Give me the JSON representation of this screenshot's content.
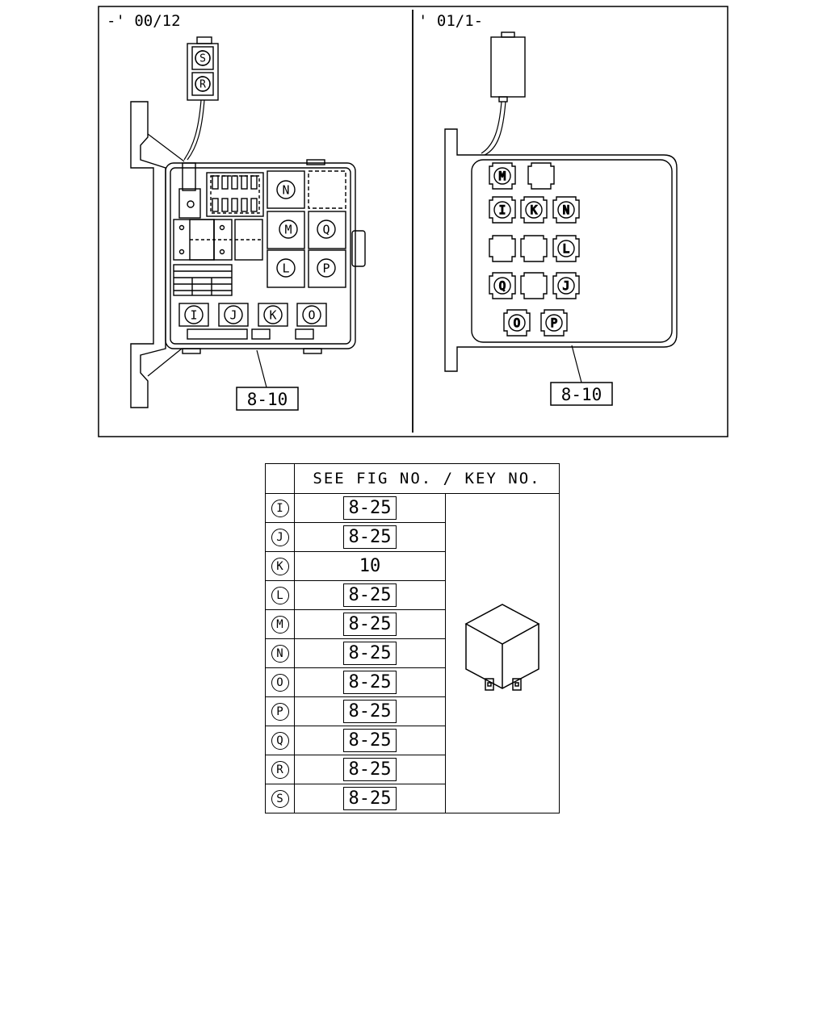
{
  "panels": [
    {
      "label": "-' 00/12",
      "ref": "8-10"
    },
    {
      "label": "' 01/1-",
      "ref": "8-10"
    }
  ],
  "left_connector": [
    "S",
    "R"
  ],
  "left_box_right_keys": [
    "N",
    "M",
    "Q",
    "L",
    "P"
  ],
  "left_box_bottom_keys": [
    "I",
    "J",
    "K",
    "O"
  ],
  "right_box_rows": [
    [
      "M"
    ],
    [
      "I",
      "K",
      "N"
    ],
    [
      "L"
    ],
    [
      "Q",
      "J"
    ],
    [
      "O",
      "P"
    ]
  ],
  "table": {
    "header": "SEE FIG NO. / KEY NO.",
    "rows": [
      {
        "key": "I",
        "ref": "8-25",
        "boxed": true
      },
      {
        "key": "J",
        "ref": "8-25",
        "boxed": true
      },
      {
        "key": "K",
        "ref": "10",
        "boxed": false
      },
      {
        "key": "L",
        "ref": "8-25",
        "boxed": true
      },
      {
        "key": "M",
        "ref": "8-25",
        "boxed": true
      },
      {
        "key": "N",
        "ref": "8-25",
        "boxed": true
      },
      {
        "key": "O",
        "ref": "8-25",
        "boxed": true
      },
      {
        "key": "P",
        "ref": "8-25",
        "boxed": true
      },
      {
        "key": "Q",
        "ref": "8-25",
        "boxed": true
      },
      {
        "key": "R",
        "ref": "8-25",
        "boxed": true
      },
      {
        "key": "S",
        "ref": "8-25",
        "boxed": true
      }
    ],
    "relay_icon": "relay-icon"
  }
}
